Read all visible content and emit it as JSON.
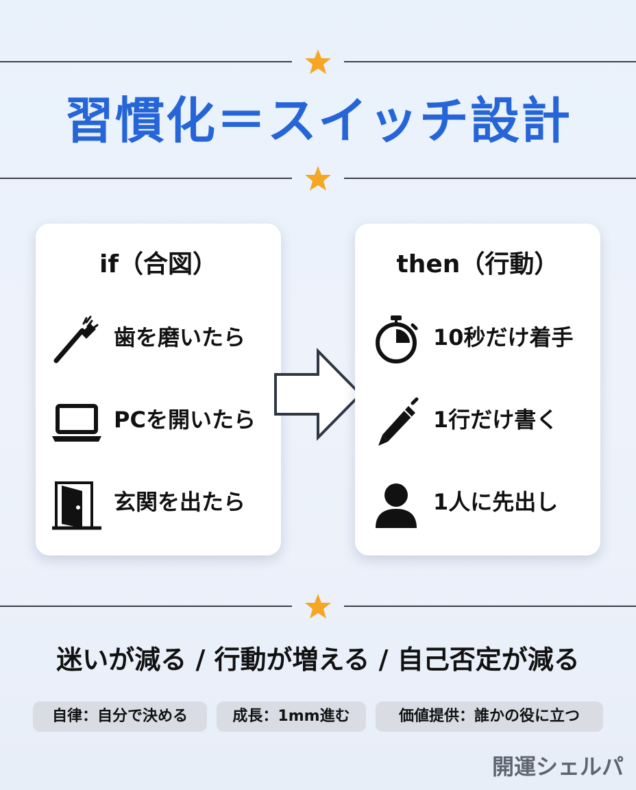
{
  "colors": {
    "title": "#2565d8",
    "star": "#f5a623",
    "line": "#3a3f47",
    "brand": "#5e6470"
  },
  "title": "習慣化＝スイッチ設計",
  "if_card": {
    "heading": "if（合図）",
    "items": [
      {
        "icon": "toothbrush-icon",
        "label": "歯を磨いたら"
      },
      {
        "icon": "laptop-icon",
        "label": "PCを開いたら"
      },
      {
        "icon": "door-icon",
        "label": "玄関を出たら"
      }
    ]
  },
  "then_card": {
    "heading": "then（行動）",
    "items": [
      {
        "icon": "stopwatch-icon",
        "label": "10秒だけ着手"
      },
      {
        "icon": "pen-icon",
        "label": "1行だけ書く"
      },
      {
        "icon": "person-icon",
        "label": "1人に先出し"
      }
    ]
  },
  "summary": "迷いが減る / 行動が増える / 自己否定が減る",
  "tags": [
    "自律：自分で決める",
    "成長：1mm進む",
    "価値提供：誰かの役に立つ"
  ],
  "brand": "開運シェルパ"
}
